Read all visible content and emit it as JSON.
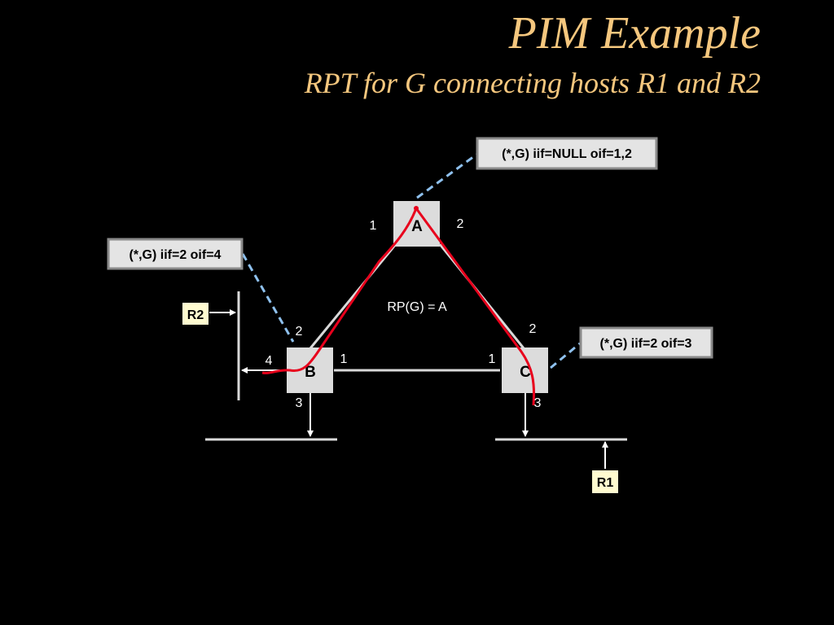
{
  "title": "PIM Example",
  "subtitle": "RPT for G connecting hosts R1 and R2",
  "routers": {
    "a": "A",
    "b": "B",
    "c": "C"
  },
  "interfaces": {
    "a_1": "1",
    "a_2": "2",
    "b_1": "1",
    "b_2": "2",
    "b_3": "3",
    "b_4": "4",
    "c_1": "1",
    "c_2": "2",
    "c_3": "3"
  },
  "rp_label": "RP(G) = A",
  "state_boxes": {
    "a": "(*,G) iif=NULL oif=1,2",
    "b": "(*,G) iif=2 oif=4",
    "c": "(*,G) iif=2 oif=3"
  },
  "hosts": {
    "r1": "R1",
    "r2": "R2"
  },
  "colors": {
    "background": "#000000",
    "title": "#f5c77e",
    "router_fill": "#dcdcdc",
    "link": "#d9d9d9",
    "rpt_path": "#e8001c",
    "state_box_fill": "#e4e4e4",
    "state_box_border": "#8a8a8a",
    "dashed_leader": "#8fc1ee",
    "host_fill": "#fffbd0"
  }
}
